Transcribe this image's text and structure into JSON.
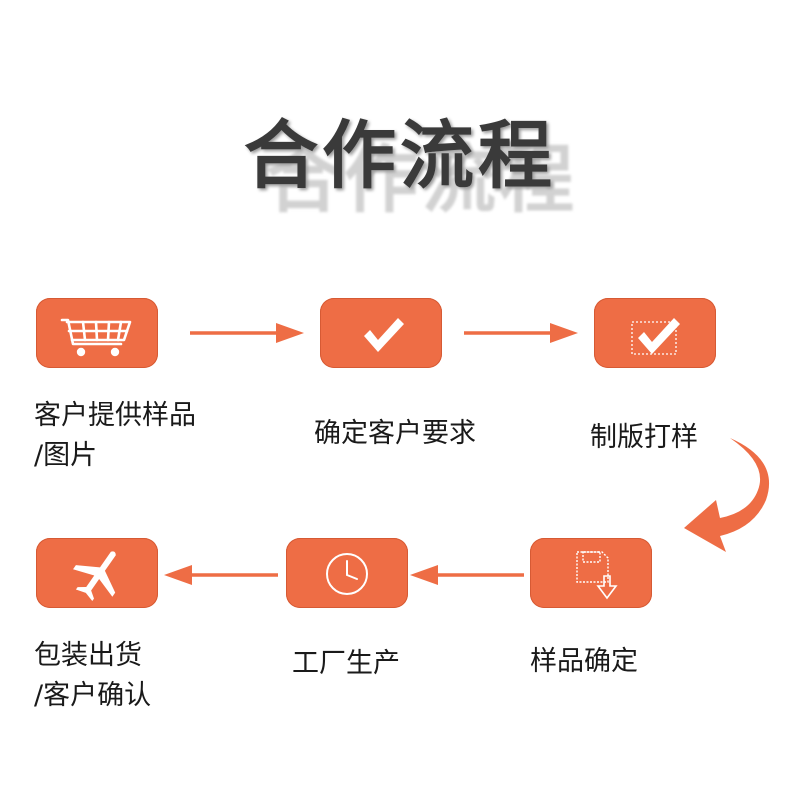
{
  "title": "合作流程",
  "colors": {
    "accent": "#ee6d45",
    "text": "#1a1a1a",
    "title": "#3a3a3a"
  },
  "steps": [
    {
      "icon": "shopping-cart-icon",
      "label_line1": "客户提供样品",
      "label_line2": "/图片"
    },
    {
      "icon": "checkmark-icon",
      "label_line1": "确定客户要求",
      "label_line2": ""
    },
    {
      "icon": "checkbox-check-icon",
      "label_line1": "制版打样",
      "label_line2": ""
    },
    {
      "icon": "floppy-download-icon",
      "label_line1": "样品确定",
      "label_line2": ""
    },
    {
      "icon": "clock-icon",
      "label_line1": "工厂生产",
      "label_line2": ""
    },
    {
      "icon": "airplane-icon",
      "label_line1": "包装出货",
      "label_line2": "/客户确认"
    }
  ]
}
